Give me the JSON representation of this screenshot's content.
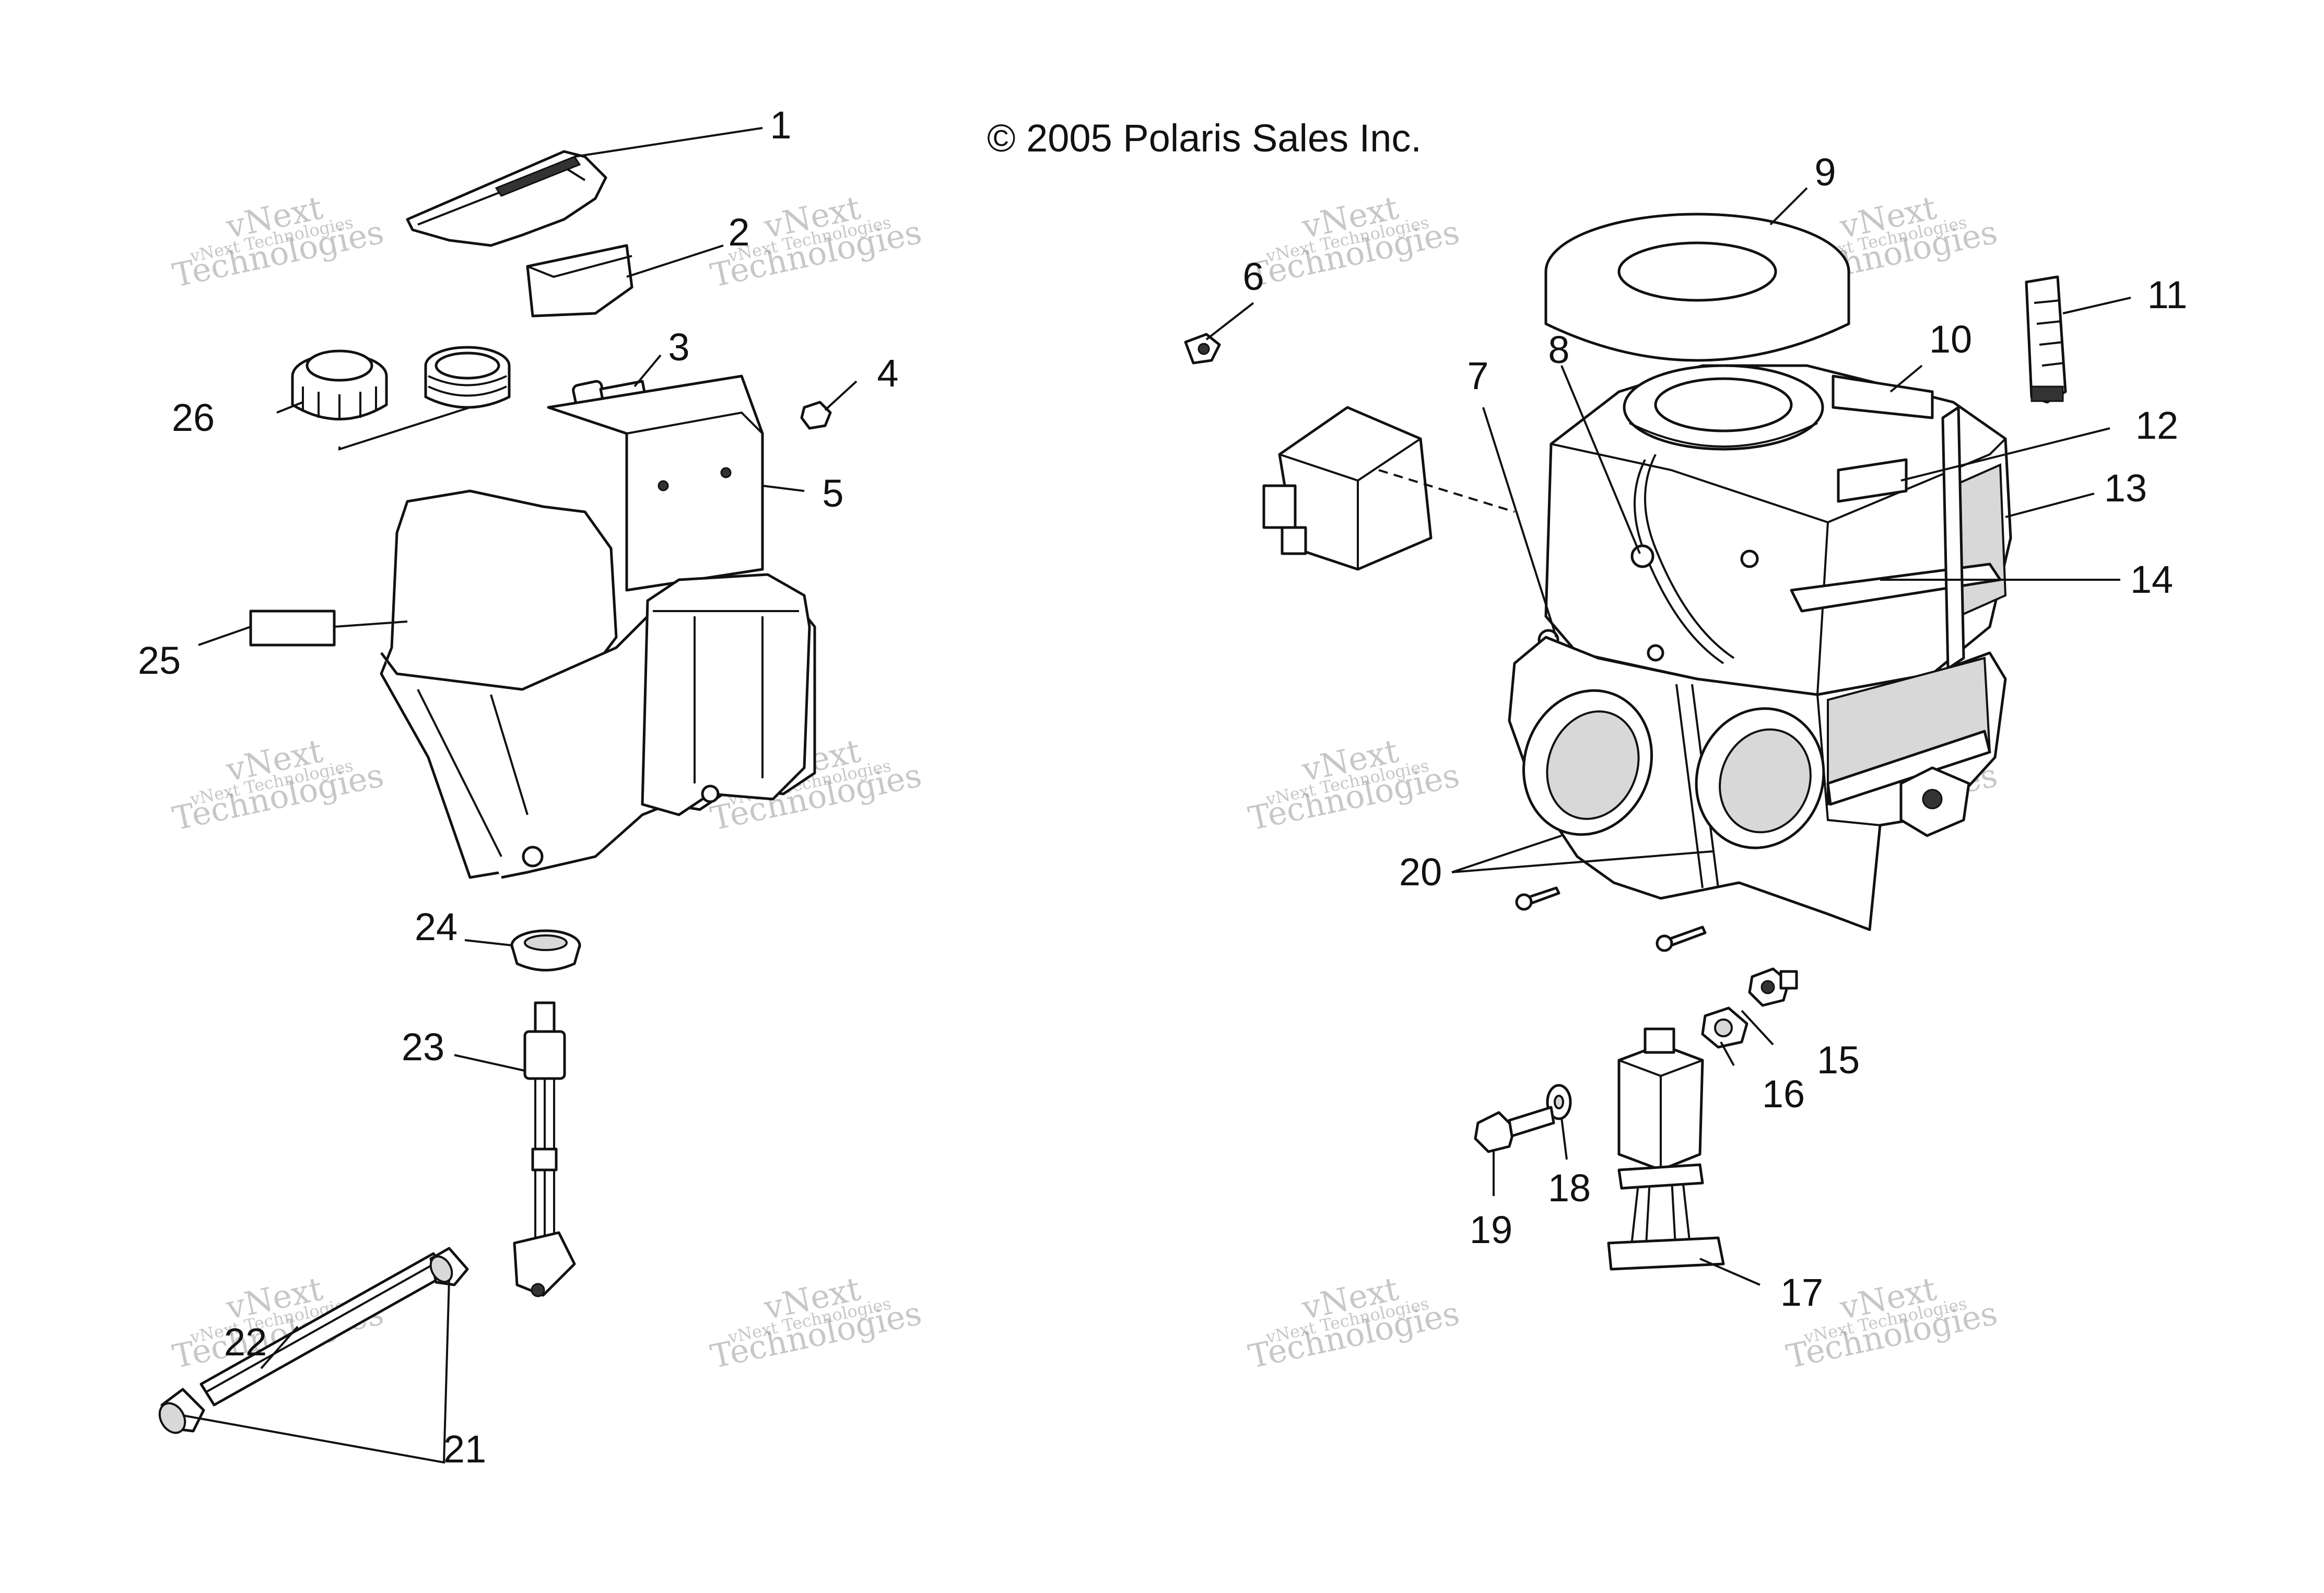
{
  "copyright": "© 2005 Polaris Sales Inc.",
  "watermark": {
    "line1": "vNext",
    "line2": "Technologies",
    "small": "vNext Technologies"
  },
  "callouts": [
    "1",
    "2",
    "3",
    "4",
    "5",
    "6",
    "7",
    "8",
    "9",
    "10",
    "11",
    "12",
    "13",
    "14",
    "15",
    "16",
    "17",
    "18",
    "19",
    "20",
    "21",
    "22",
    "23",
    "24",
    "25",
    "26"
  ]
}
